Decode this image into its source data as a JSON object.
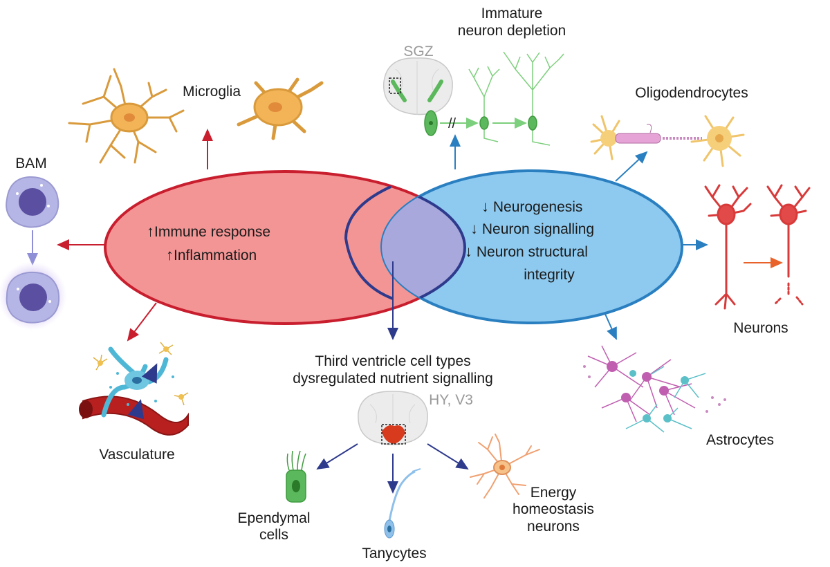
{
  "labels": {
    "microglia": "Microglia",
    "bam": "BAM",
    "vasculature": "Vasculature",
    "immature_line1": "Immature",
    "immature_line2": "neuron depletion",
    "sgz": "SGZ",
    "oligodendrocytes": "Oligodendrocytes",
    "neurons": "Neurons",
    "astrocytes": "Astrocytes",
    "third_line1": "Third ventricle cell types",
    "third_line2": "dysregulated nutrient signalling",
    "hy_v3": "HY, V3",
    "ependymal_line1": "Ependymal",
    "ependymal_line2": "cells",
    "tanycytes": "Tanycytes",
    "energy_line1": "Energy",
    "energy_line2": "homeostasis",
    "energy_line3": "neurons"
  },
  "left_ellipse": {
    "items": [
      {
        "arrow": "↑",
        "text": "Immune response"
      },
      {
        "arrow": "↑",
        "text": "Inflammation"
      }
    ]
  },
  "right_ellipse": {
    "items": [
      {
        "arrow": "↓",
        "text": "Neurogenesis"
      },
      {
        "arrow": "↓",
        "text": "Neuron signalling"
      },
      {
        "arrow": "↓",
        "text": "Neuron structural"
      }
    ],
    "continuation": "integrity"
  },
  "colors": {
    "left_fill": "#f49595",
    "left_stroke": "#c81e2e",
    "right_fill": "#8ecaf0",
    "right_stroke": "#2a7fc0",
    "overlap_fill": "#a9a8dc",
    "overlap_stroke": "#2e3a8c",
    "microglia": "#f3b458",
    "bam": "#b6b6e6",
    "neurons": "#d83a3a",
    "immature": "#5cb85c",
    "astro_pink": "#c05fb0",
    "astro_cyan": "#5cc0c8",
    "ependymal": "#5cb85c",
    "tanycyte": "#8fc0ea",
    "energy": "#f4a66a"
  },
  "icons": [
    "microglia-icon",
    "bam-icon",
    "vasculature-icon",
    "brain-section-icon",
    "immature-neuron-icon",
    "oligodendrocyte-icon",
    "neuron-icon",
    "astrocyte-icon",
    "ependymal-cell-icon",
    "tanycyte-icon",
    "energy-neuron-icon"
  ]
}
